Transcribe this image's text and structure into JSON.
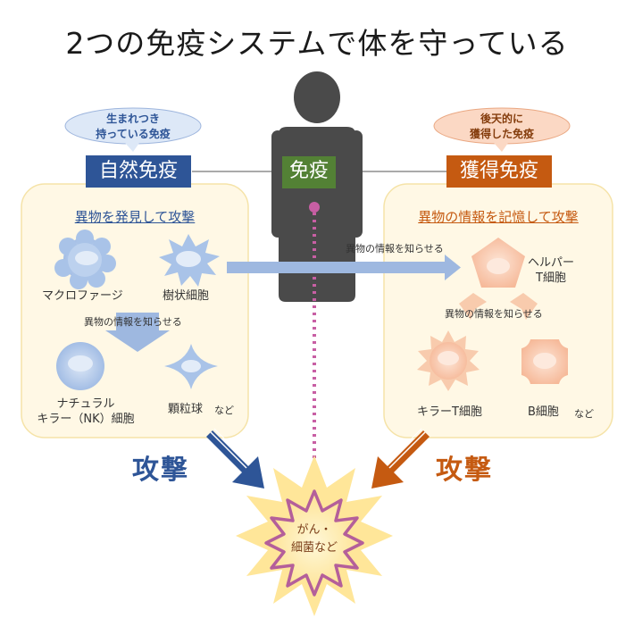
{
  "title": "2つの免疫システムで体を守っている",
  "center_label": "免疫",
  "innate": {
    "bubble": [
      "生まれつき",
      "持っている免疫"
    ],
    "label": "自然免疫",
    "heading": "異物を発見して攻撃",
    "macrophage": "マクロファージ",
    "dendritic": "樹状細胞",
    "arrow_text": "異物の情報を知らせる",
    "nk": [
      "ナチュラル",
      "キラー（NK）細胞"
    ],
    "granulocyte": "顆粒球",
    "etc": "など",
    "attack": "攻撃"
  },
  "acquired": {
    "bubble": [
      "後天的に",
      "獲得した免疫"
    ],
    "label": "獲得免疫",
    "heading": "異物の情報を記憶して攻撃",
    "transfer_text": "異物の情報を知らせる",
    "helper": [
      "ヘルパー",
      "T細胞"
    ],
    "arrow_text": "異物の情報を知らせる",
    "killer": "キラーT細胞",
    "bcell": "B細胞",
    "etc": "など",
    "attack": "攻撃"
  },
  "target": [
    "がん・",
    "細菌など"
  ],
  "colors": {
    "innate_blue": "#2e5597",
    "acquired_orange": "#c55a11",
    "immune_green": "#538135",
    "panel_fill": "#fff8e5",
    "panel_border": "#f5e3a8",
    "cell_blue": "#a9c3e8",
    "cell_orange": "#f8cbad",
    "arrow_light_blue": "#9eb8e0",
    "person": "#4a4a4a",
    "dotted": "#c85fa4",
    "star_fill": "#ffe699",
    "star_border": "#b45f9a"
  }
}
